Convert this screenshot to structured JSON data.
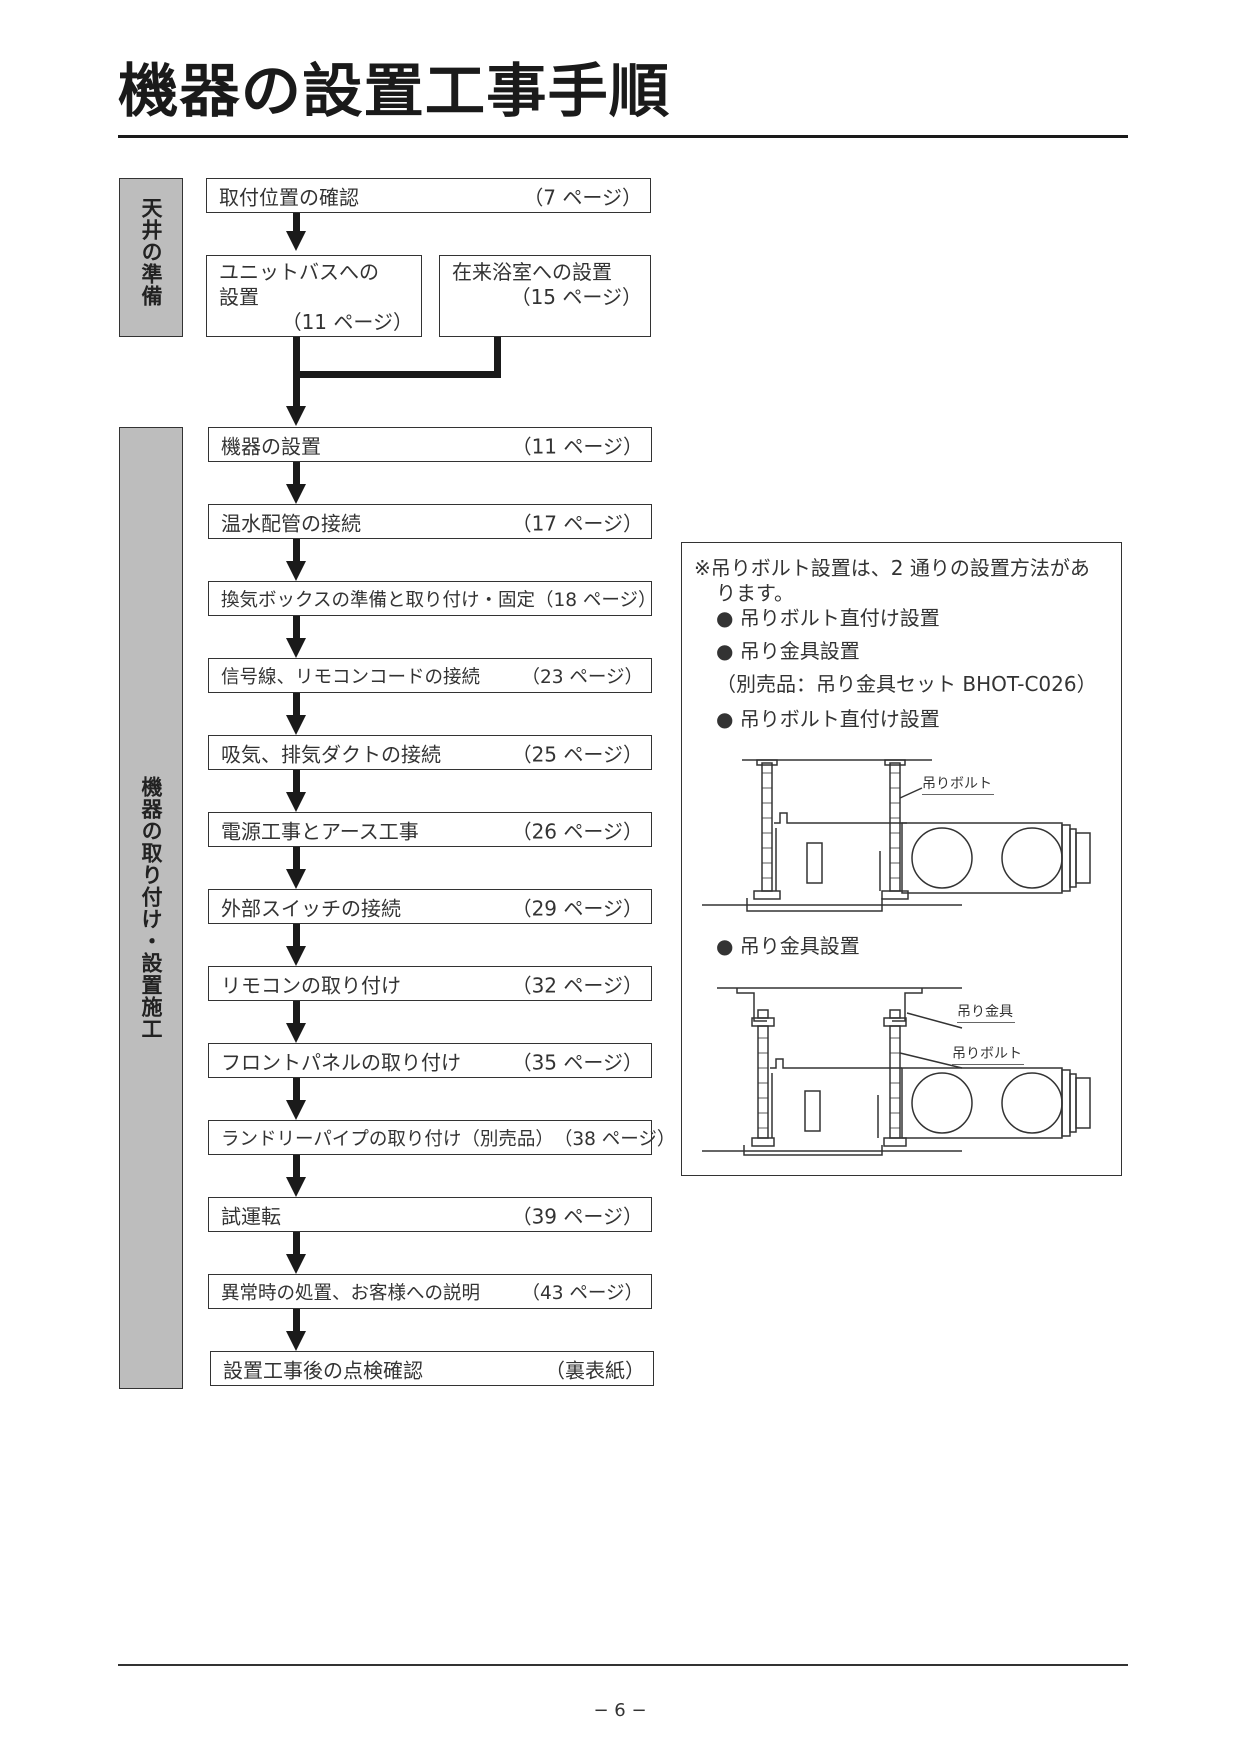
{
  "page": {
    "title": "機器の設置工事手順",
    "page_number": "− 6 −"
  },
  "sections": [
    {
      "label": "天井の準備"
    },
    {
      "label": "機器の取り付け・設置施工"
    }
  ],
  "ceiling_prep": {
    "step1": {
      "label": "取付位置の確認",
      "page": "（7 ページ）"
    },
    "branch_left": {
      "line1": "ユニットバスへの",
      "line2": "設置",
      "page": "（11 ページ）"
    },
    "branch_right": {
      "line1": "在来浴室への設置",
      "page": "（15 ページ）"
    }
  },
  "steps": [
    {
      "label": "機器の設置",
      "page": "（11 ページ）"
    },
    {
      "label": "温水配管の接続",
      "page": "（17 ページ）"
    },
    {
      "label": "換気ボックスの準備と取り付け・固定",
      "page": "（18 ページ）"
    },
    {
      "label": "信号線、リモコンコードの接続",
      "page": "（23 ページ）"
    },
    {
      "label": "吸気、排気ダクトの接続",
      "page": "（25 ページ）"
    },
    {
      "label": "電源工事とアース工事",
      "page": "（26 ページ）"
    },
    {
      "label": "外部スイッチの接続",
      "page": "（29 ページ）"
    },
    {
      "label": "リモコンの取り付け",
      "page": "（32 ページ）"
    },
    {
      "label": "フロントパネルの取り付け",
      "page": "（35 ページ）"
    },
    {
      "label": "ランドリーパイプの取り付け（別売品）",
      "page": "（38 ページ）"
    },
    {
      "label": "試運転",
      "page": "（39 ページ）"
    },
    {
      "label": "異常時の処置、お客様への説明",
      "page": "（43 ページ）"
    },
    {
      "label": "設置工事後の点検確認",
      "page": "（裏表紙）"
    }
  ],
  "note": {
    "line1": "※吊りボルト設置は、2 通りの設置方法があ",
    "line2": "ります。",
    "bullet1": "● 吊りボルト直付け設置",
    "bullet2": "● 吊り金具設置",
    "bullet2_sub": "（別売品：吊り金具セット BHOT-C026）",
    "diagram1_title": "● 吊りボルト直付け設置",
    "diagram1_labels": {
      "bolt": "吊りボルト"
    },
    "diagram2_title": "● 吊り金具設置",
    "diagram2_labels": {
      "bracket": "吊り金具",
      "bolt": "吊りボルト"
    }
  }
}
